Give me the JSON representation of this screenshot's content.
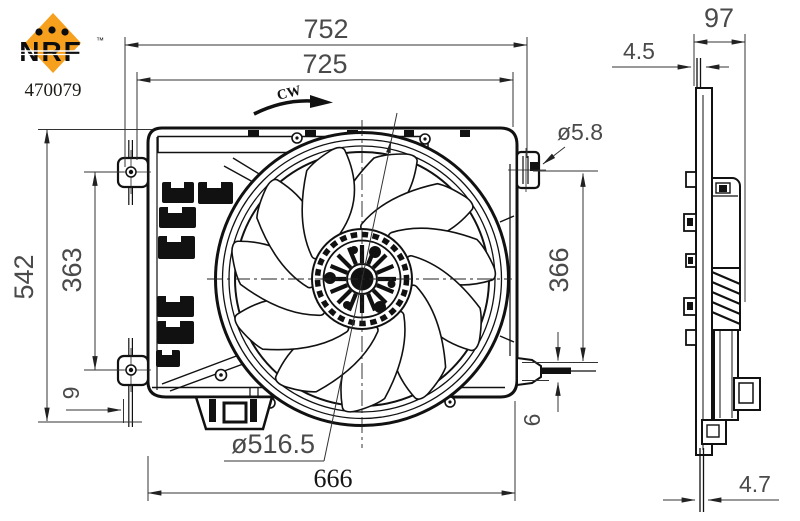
{
  "brand": {
    "logo_text": "NRF",
    "trademark": "™",
    "part_number": "470079",
    "accent_color": "#F6A01E"
  },
  "front_view": {
    "title": "radiator-fan-front-view",
    "rotation_label": "CW",
    "dim_overall_width": "752",
    "dim_inner_width": "725",
    "dim_overall_height": "542",
    "dim_left_hole_span": "363",
    "dim_left_offset": "9",
    "dim_mount_hole": "ø5.8",
    "dim_right_hole_span": "366",
    "dim_right_pin": "6",
    "dim_fan_diameter": "ø516.5",
    "dim_bottom_width": "666"
  },
  "side_view": {
    "title": "radiator-fan-side-view",
    "dim_depth": "97",
    "dim_top_pin": "4.5",
    "dim_bottom_pin": "4.7"
  },
  "colors": {
    "line": "#111111",
    "dimension": "#4a4a4a"
  }
}
